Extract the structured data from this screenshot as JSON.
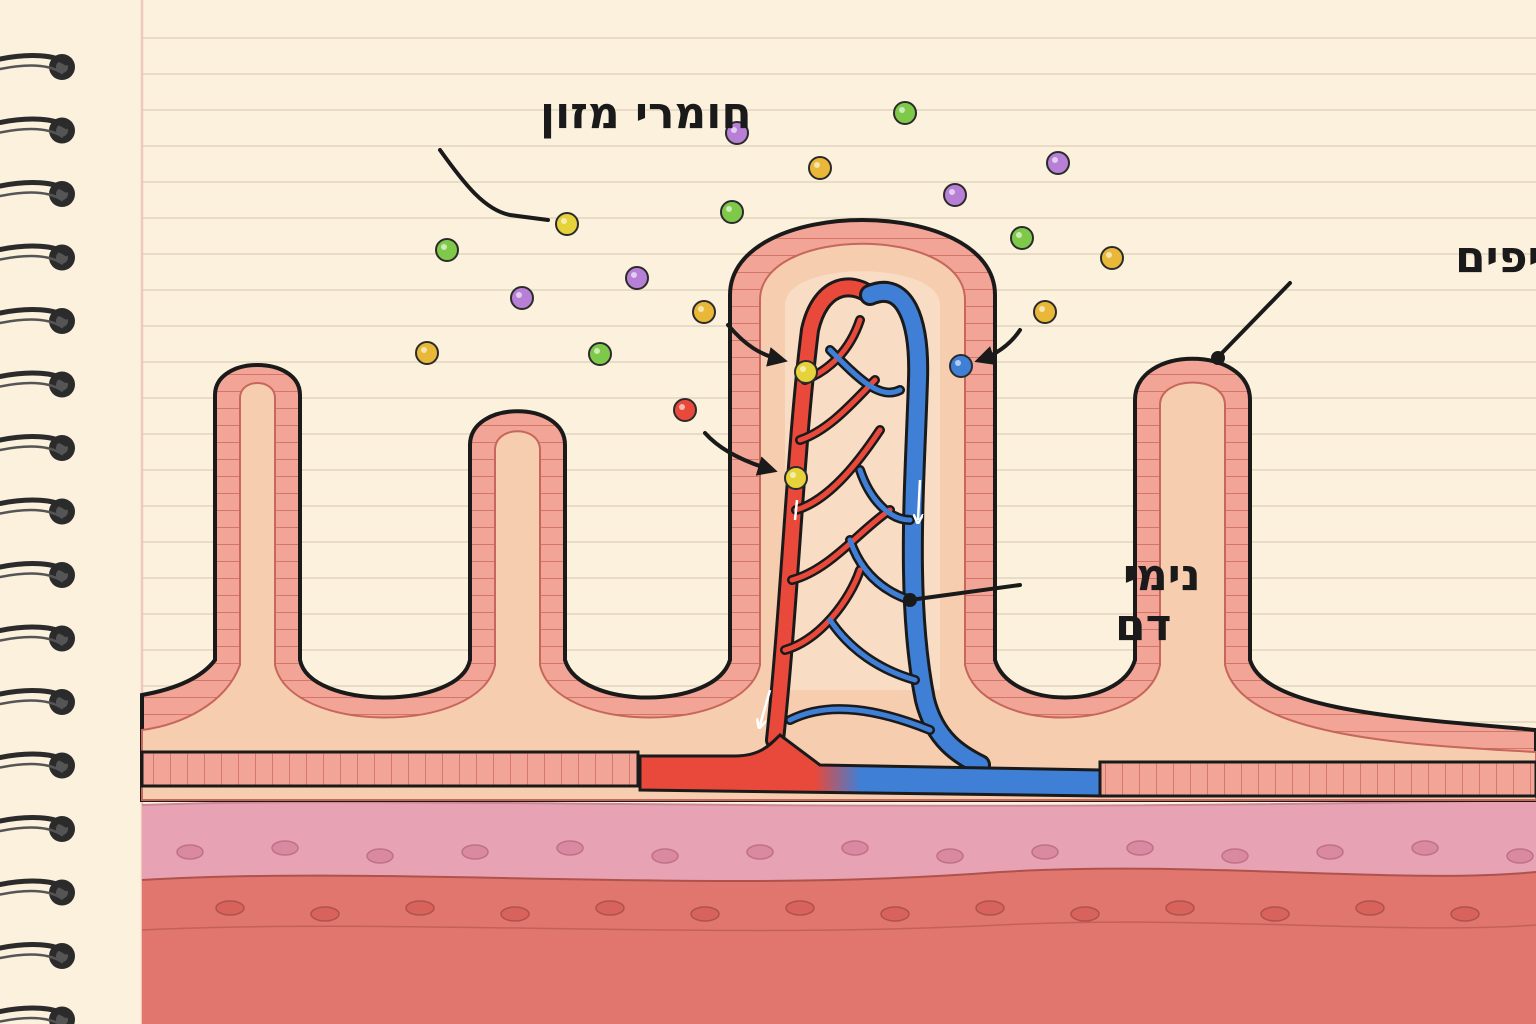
{
  "labels": {
    "nutrients": "חומרי מזון",
    "villi": "זקיפים",
    "capillaries_line1": "נימי",
    "capillaries_line2": "דם"
  },
  "colors": {
    "paper": "#fbf1dd",
    "rule_line": "#e9dcc6",
    "margin_line": "#efc9bb",
    "epithelium": "#f2a596",
    "villus_core": "#f7cdb0",
    "artery": "#e8493a",
    "vein": "#3f7fd6",
    "submucosa": "#e7a3b3",
    "muscle": "#e0766e",
    "outline": "#1a1a1a"
  },
  "icons": [
    "spiral-binding-icon",
    "arrow-icon"
  ]
}
